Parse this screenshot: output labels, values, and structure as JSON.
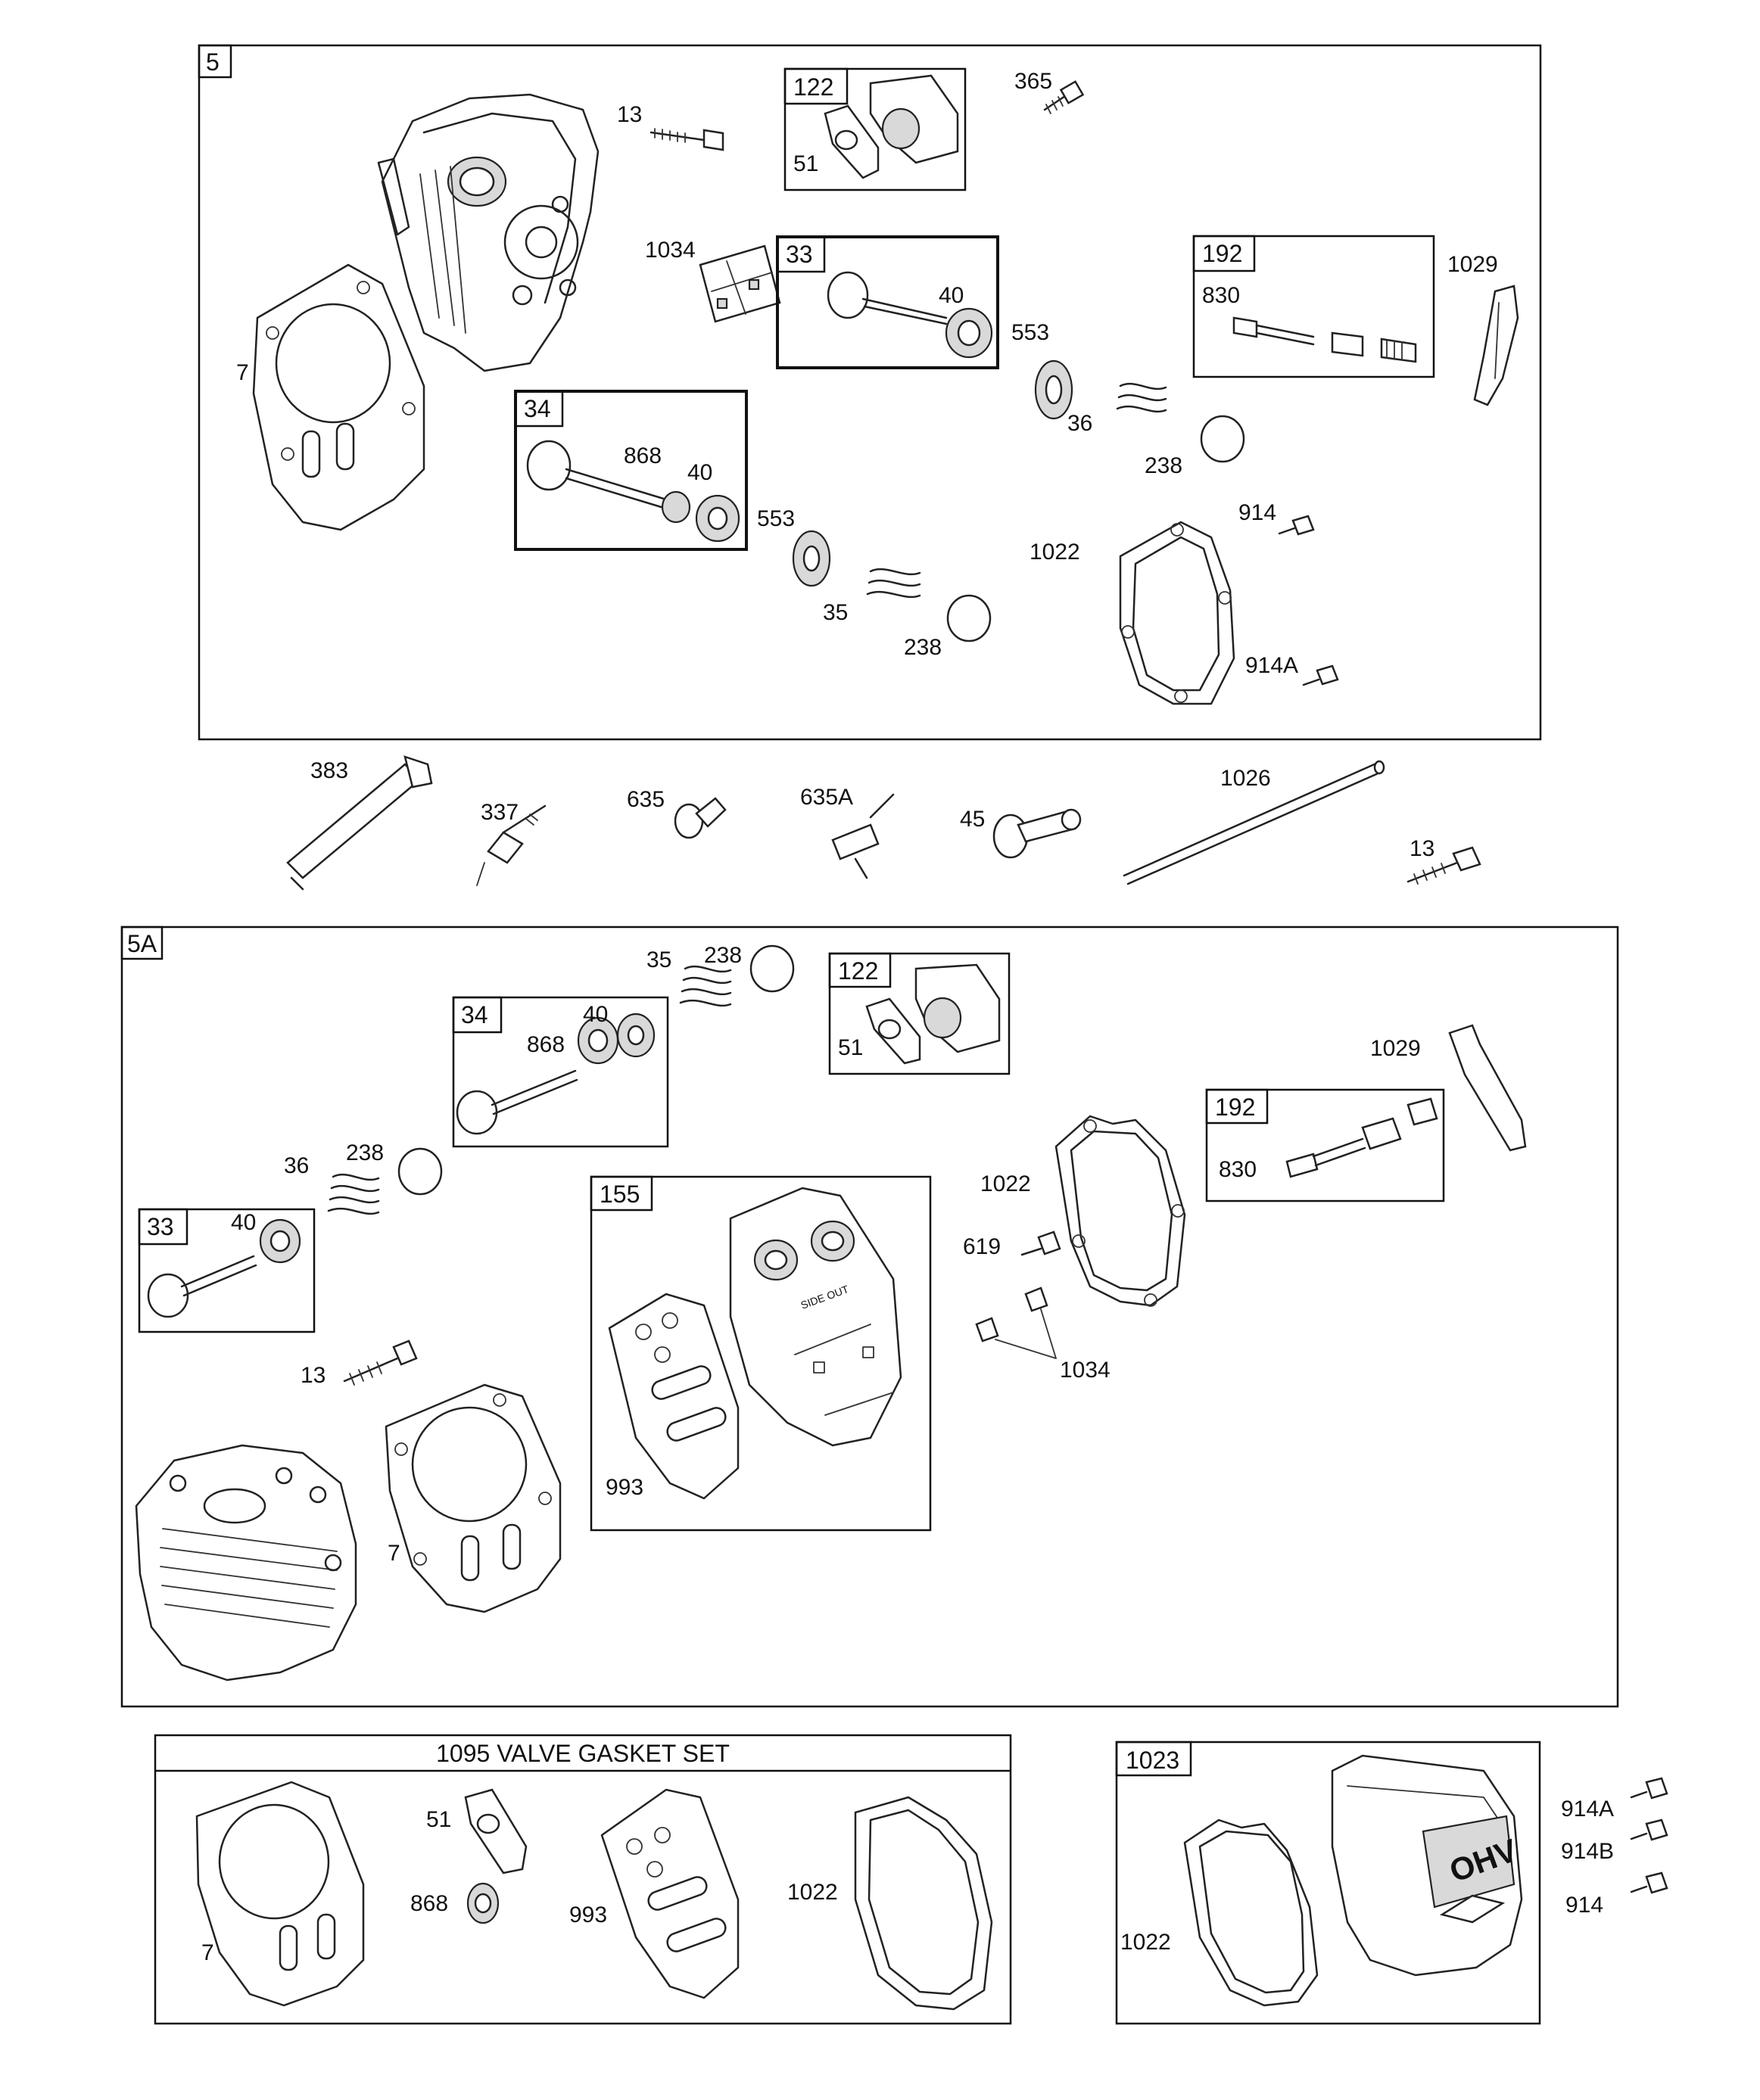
{
  "section_5": {
    "box_id": "5",
    "box_122": "122",
    "box_33": "33",
    "box_34": "34",
    "box_192": "192",
    "labels": {
      "p13": "13",
      "p51": "51",
      "p365": "365",
      "p1034": "1034",
      "p40a": "40",
      "p830": "830",
      "p1029": "1029",
      "p7": "7",
      "p553a": "553",
      "p36": "36",
      "p868": "868",
      "p40b": "40",
      "p238a": "238",
      "p553b": "553",
      "p914": "914",
      "p1022": "1022",
      "p35": "35",
      "p238b": "238",
      "p914A": "914A"
    }
  },
  "loose_parts": {
    "p383": "383",
    "p337": "337",
    "p635": "635",
    "p635A": "635A",
    "p45": "45",
    "p1026": "1026",
    "p13": "13"
  },
  "section_5A": {
    "box_id": "5A",
    "box_34": "34",
    "box_122": "122",
    "box_192": "192",
    "box_33": "33",
    "box_155": "155",
    "labels": {
      "p35": "35",
      "p238a": "238",
      "p40a": "40",
      "p868": "868",
      "p51": "51",
      "p1029": "1029",
      "p830": "830",
      "p36": "36",
      "p238b": "238",
      "p1022": "1022",
      "p40b": "40",
      "p619": "619",
      "p1034": "1034",
      "p13": "13",
      "p993": "993",
      "p7": "7"
    }
  },
  "valve_gasket_set": {
    "title": "1095 VALVE GASKET SET",
    "labels": {
      "p51": "51",
      "p868": "868",
      "p993": "993",
      "p1022": "1022",
      "p7": "7"
    }
  },
  "box_1023": {
    "box_id": "1023",
    "cover_text": "OHV",
    "labels": {
      "p914A": "914A",
      "p914B": "914B",
      "p914": "914",
      "p1022": "1022"
    }
  },
  "plate_marking": "SIDE OUT"
}
